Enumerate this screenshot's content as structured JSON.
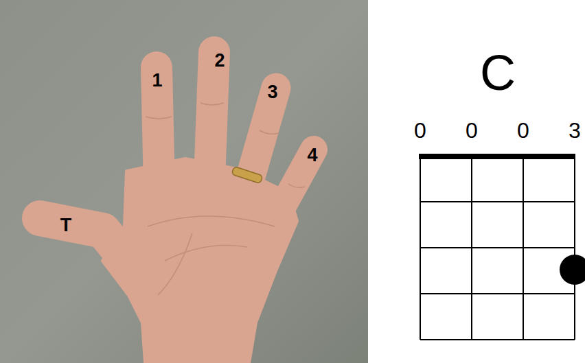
{
  "diagram": {
    "title": "C",
    "labels": [
      "1",
      "2",
      "3",
      "4",
      "T",
      "0",
      "0",
      "0",
      "3"
    ]
  }
}
